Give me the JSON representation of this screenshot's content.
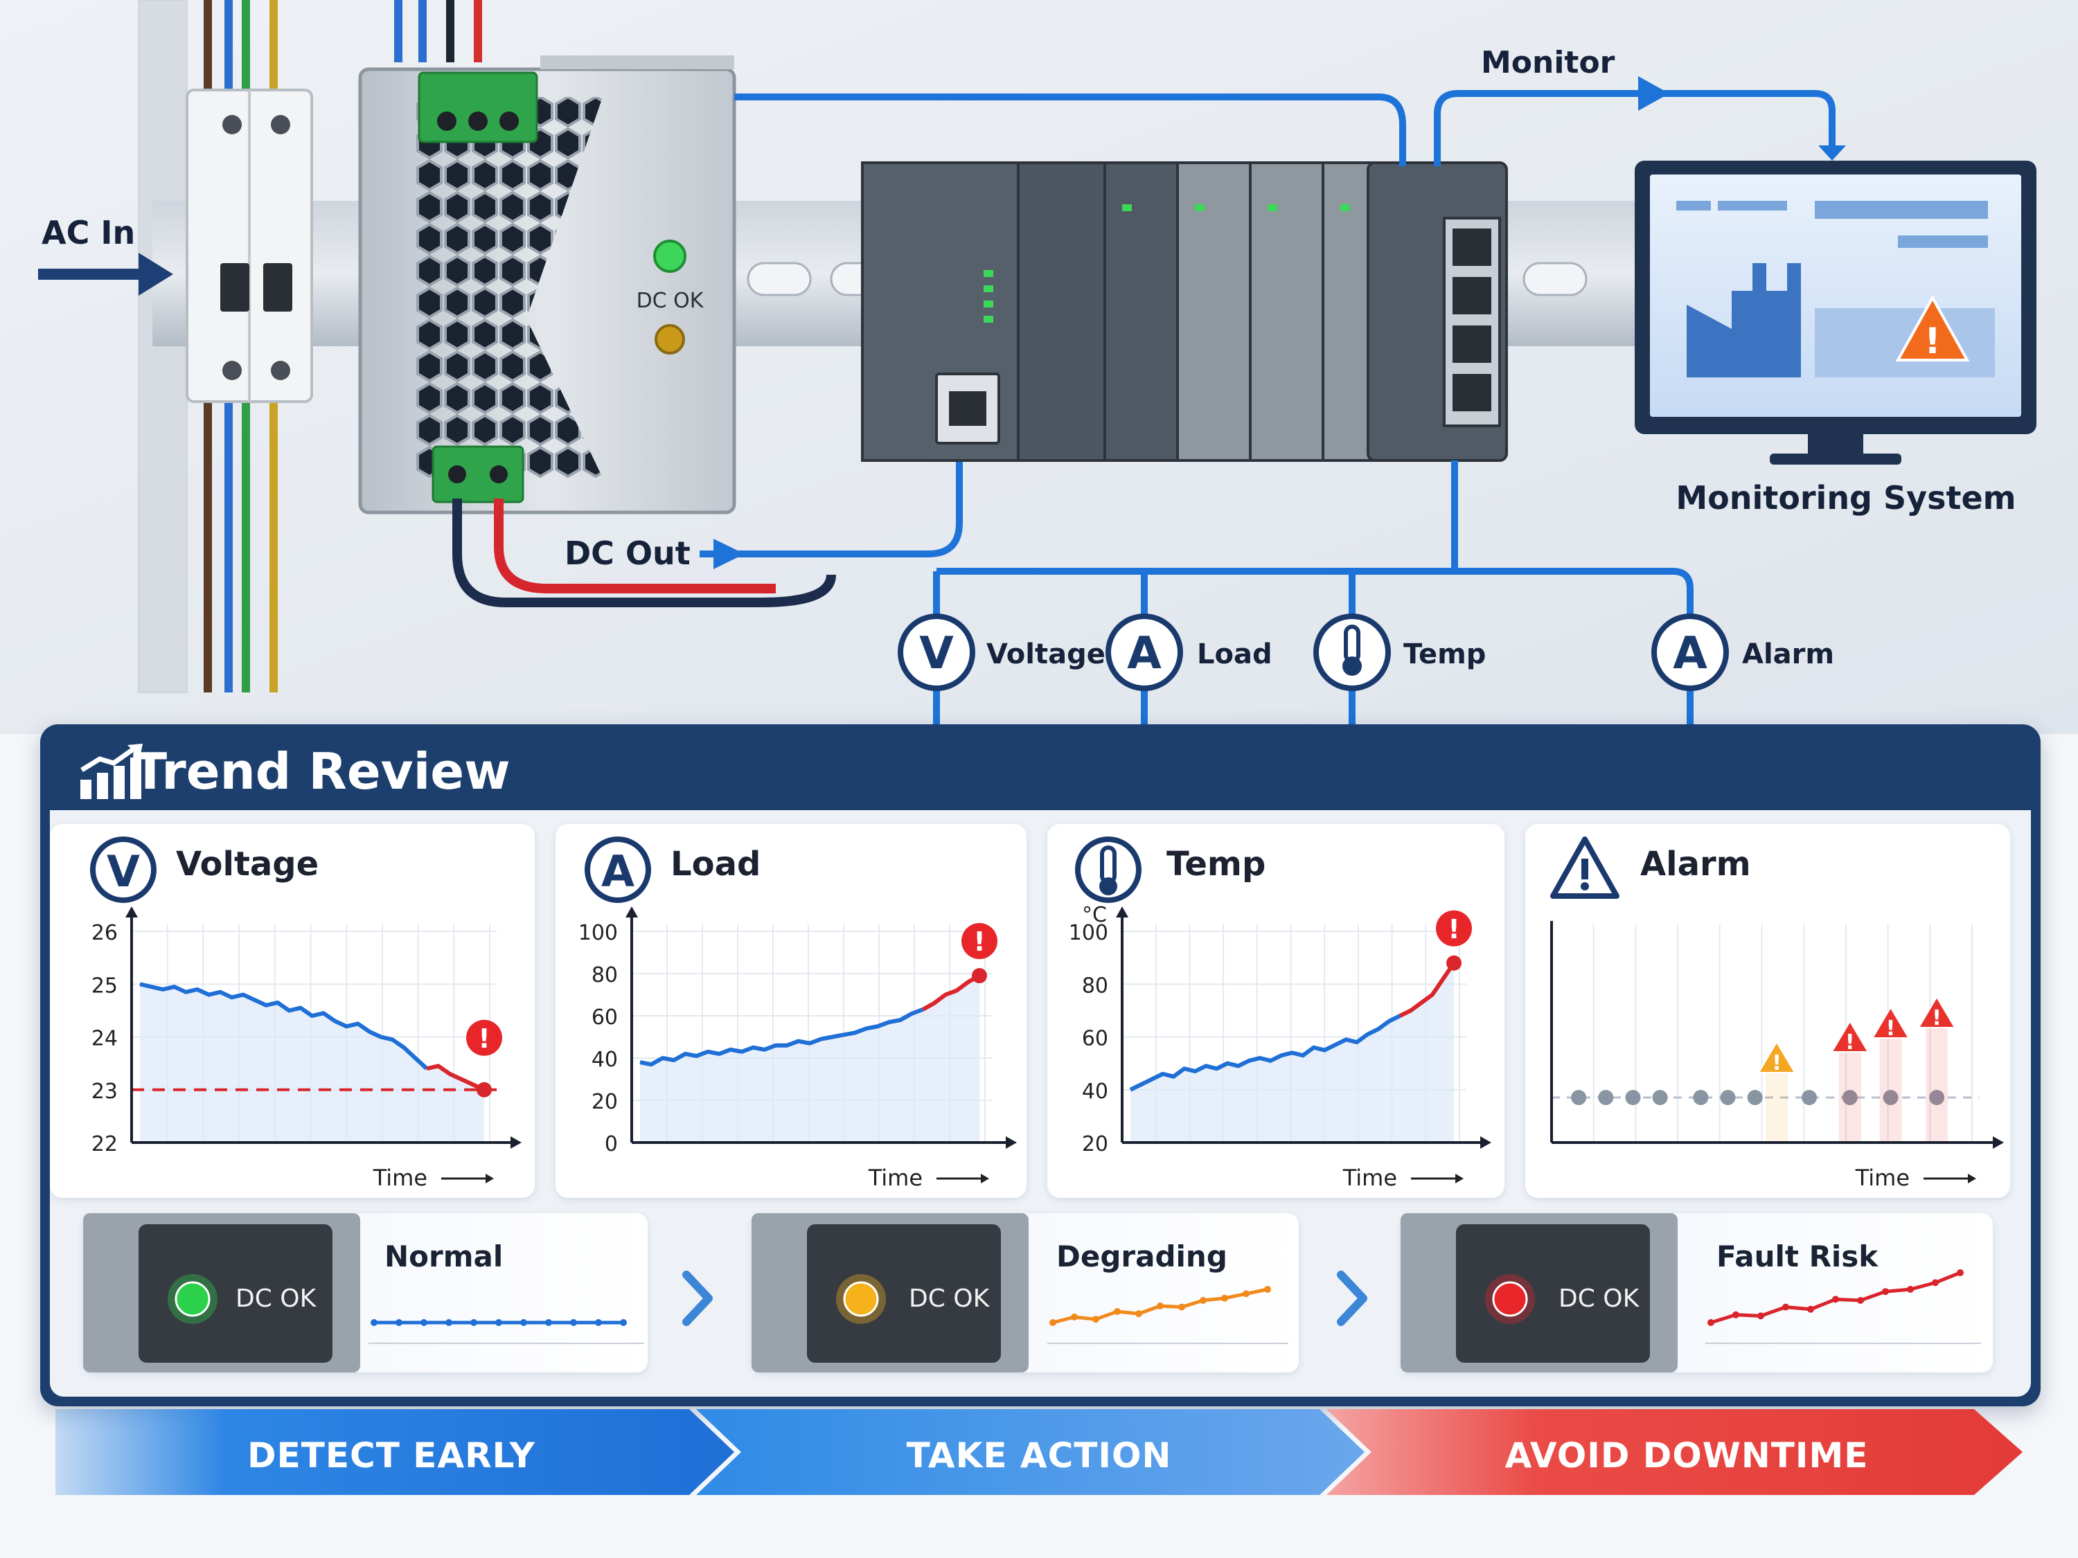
{
  "diagram": {
    "labels": {
      "ac_in": "AC In",
      "dc_out": "DC Out",
      "monitor": "Monitor",
      "monitoring_system": "Monitoring System",
      "psu_dc_ok": "DC OK"
    },
    "signals": [
      {
        "symbol": "V",
        "label": "Voltage"
      },
      {
        "symbol": "A",
        "label": "Load"
      },
      {
        "symbol": "thermometer-icon",
        "label": "Temp"
      },
      {
        "symbol": "A",
        "label": "Alarm"
      }
    ]
  },
  "trend_review": {
    "title": "Trend Review",
    "cards": [
      {
        "symbol": "V",
        "title": "Voltage",
        "xlabel": "Time"
      },
      {
        "symbol": "A",
        "title": "Load",
        "xlabel": "Time"
      },
      {
        "symbol": "thermometer-icon",
        "title": "Temp",
        "unit": "°C",
        "xlabel": "Time"
      },
      {
        "symbol": "warning-icon",
        "title": "Alarm",
        "xlabel": "Time"
      }
    ],
    "states": [
      {
        "led": "DC OK",
        "label": "Normal",
        "led_color": "#2bd14a",
        "trend_color": "#1f6fd6"
      },
      {
        "led": "DC OK",
        "label": "Degrading",
        "led_color": "#f5b21a",
        "trend_color": "#f08a1c"
      },
      {
        "led": "DC OK",
        "label": "Fault Risk",
        "led_color": "#e8262a",
        "trend_color": "#d9252b"
      }
    ],
    "banner": [
      "DETECT EARLY",
      "TAKE ACTION",
      "AVOID DOWNTIME"
    ]
  },
  "chart_data": [
    {
      "type": "line",
      "title": "Voltage",
      "xlabel": "Time",
      "ylabel": "",
      "ylim": [
        22,
        26
      ],
      "yticks": [
        22,
        23,
        24,
        25,
        26
      ],
      "threshold": 23,
      "x": [
        0,
        1,
        2,
        3,
        4,
        5,
        6,
        7,
        8,
        9,
        10,
        11,
        12,
        13,
        14,
        15,
        16,
        17,
        18,
        19,
        20,
        21,
        22,
        23,
        24,
        25,
        26,
        27,
        28,
        29,
        30
      ],
      "values": [
        25.0,
        24.95,
        24.9,
        24.95,
        24.85,
        24.9,
        24.8,
        24.85,
        24.75,
        24.8,
        24.7,
        24.6,
        24.65,
        24.5,
        24.55,
        24.4,
        24.45,
        24.3,
        24.2,
        24.25,
        24.1,
        24.0,
        23.95,
        23.8,
        23.6,
        23.4,
        23.45,
        23.3,
        23.2,
        23.1,
        23.0
      ],
      "alert_point": [
        30,
        23.0
      ]
    },
    {
      "type": "line",
      "title": "Load",
      "xlabel": "Time",
      "ylabel": "",
      "ylim": [
        0,
        100
      ],
      "yticks": [
        0,
        20,
        40,
        60,
        80,
        100
      ],
      "x": [
        0,
        1,
        2,
        3,
        4,
        5,
        6,
        7,
        8,
        9,
        10,
        11,
        12,
        13,
        14,
        15,
        16,
        17,
        18,
        19,
        20,
        21,
        22,
        23,
        24,
        25,
        26,
        27,
        28,
        29,
        30
      ],
      "values": [
        38,
        37,
        40,
        39,
        42,
        41,
        43,
        42,
        44,
        43,
        45,
        44,
        46,
        46,
        48,
        47,
        49,
        50,
        51,
        52,
        54,
        55,
        57,
        58,
        61,
        63,
        66,
        70,
        72,
        76,
        79
      ],
      "alert_point": [
        30,
        79
      ]
    },
    {
      "type": "line",
      "title": "Temp",
      "xlabel": "Time",
      "ylabel": "°C",
      "ylim": [
        20,
        100
      ],
      "yticks": [
        20,
        40,
        60,
        80,
        100
      ],
      "x": [
        0,
        1,
        2,
        3,
        4,
        5,
        6,
        7,
        8,
        9,
        10,
        11,
        12,
        13,
        14,
        15,
        16,
        17,
        18,
        19,
        20,
        21,
        22,
        23,
        24,
        25,
        26,
        27,
        28,
        29,
        30
      ],
      "values": [
        40,
        42,
        44,
        46,
        45,
        48,
        47,
        49,
        48,
        50,
        49,
        51,
        52,
        51,
        53,
        54,
        53,
        56,
        55,
        57,
        59,
        58,
        61,
        63,
        66,
        68,
        70,
        73,
        76,
        82,
        88
      ],
      "alert_point": [
        30,
        88
      ]
    },
    {
      "type": "scatter",
      "title": "Alarm",
      "xlabel": "Time",
      "ylabel": "",
      "events": [
        {
          "t": 1,
          "level": "normal"
        },
        {
          "t": 2,
          "level": "normal"
        },
        {
          "t": 3,
          "level": "normal"
        },
        {
          "t": 4,
          "level": "normal"
        },
        {
          "t": 5.5,
          "level": "normal"
        },
        {
          "t": 6.5,
          "level": "normal"
        },
        {
          "t": 7.5,
          "level": "normal"
        },
        {
          "t": 8.3,
          "level": "warning"
        },
        {
          "t": 9.5,
          "level": "normal"
        },
        {
          "t": 11,
          "level": "normal"
        },
        {
          "t": 11,
          "level": "alarm"
        },
        {
          "t": 12.5,
          "level": "normal"
        },
        {
          "t": 12.5,
          "level": "alarm"
        },
        {
          "t": 14.2,
          "level": "normal"
        },
        {
          "t": 14.2,
          "level": "alarm"
        }
      ]
    }
  ]
}
